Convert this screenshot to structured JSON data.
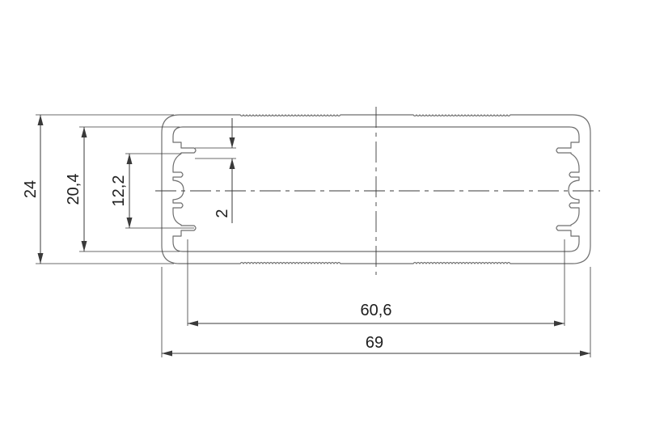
{
  "drawing": {
    "dimensions": {
      "overall_height": "24",
      "inner_height": "20,4",
      "slot_span": "12,2",
      "slot_width": "2",
      "inner_width": "60,6",
      "overall_width": "69"
    }
  }
}
